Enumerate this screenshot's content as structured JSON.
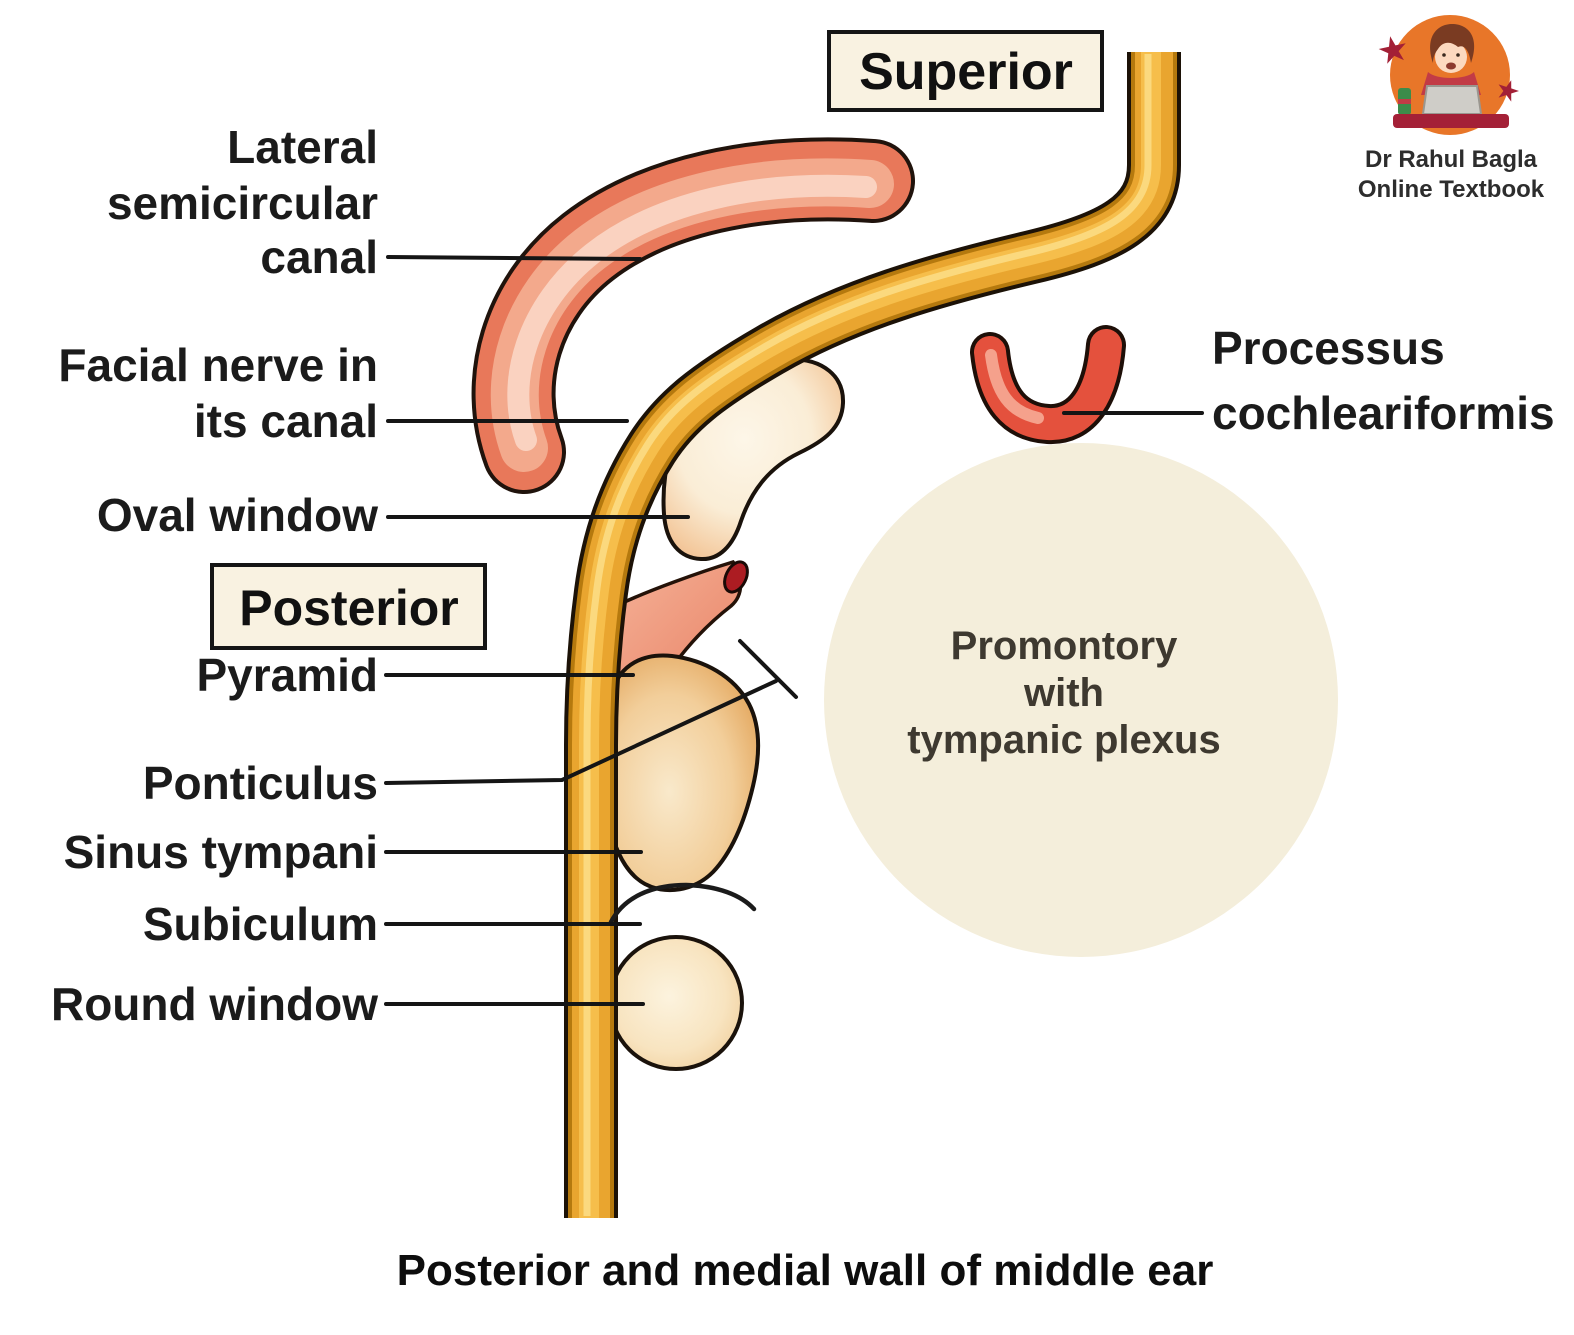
{
  "caption": "Posterior and medial wall of middle ear",
  "orientation_boxes": {
    "superior": "Superior",
    "posterior": "Posterior"
  },
  "labels": {
    "lateral_semicircular_canal": [
      "Lateral",
      "semicircular",
      "canal"
    ],
    "facial_nerve": [
      "Facial nerve in",
      "its canal"
    ],
    "oval_window": "Oval window",
    "pyramid": "Pyramid",
    "ponticulus": "Ponticulus",
    "sinus_tympani": "Sinus tympani",
    "subiculum": "Subiculum",
    "round_window": "Round window",
    "processus_cochleariformis": [
      "Processus",
      "cochleariformis"
    ],
    "promontory": [
      "Promontory",
      "with",
      "tympanic plexus"
    ]
  },
  "watermark": {
    "line1": "Dr Rahul Bagla",
    "line2": "Online Textbook"
  },
  "colors": {
    "facial_canal_yellow": "#E9A52F",
    "semicircular_canal_salmon": "#E8785A",
    "processus_red": "#E4513D",
    "pyramid_tip_red": "#AC1C22",
    "promontory_beige": "#F4EEDB",
    "sinus_tan": "#EFC690",
    "label_box_cream": "#F9F2E1",
    "logo_orange": "#E87629"
  }
}
